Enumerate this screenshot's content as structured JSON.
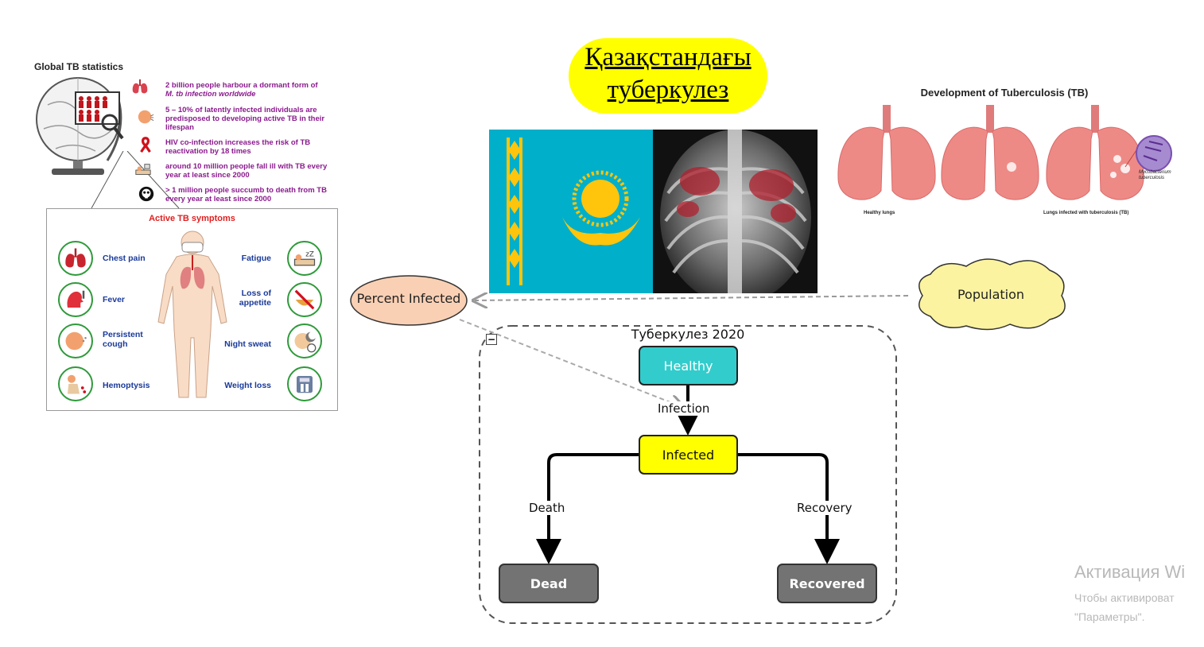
{
  "title": "Қазақстандағы туберкулез",
  "left_panel": {
    "title": "Global TB statistics",
    "stats": [
      {
        "icon": "lungs-icon",
        "text_html": "2 billion people harbour a dormant form of",
        "text2": "M. tb infection worldwide"
      },
      {
        "icon": "person-coughing-icon",
        "text": "5 – 10% of latently infected individuals are predisposed to developing active TB in their lifespan"
      },
      {
        "icon": "red-ribbon-icon",
        "text": "HIV co-infection increases the risk of TB reactivation by 18 times"
      },
      {
        "icon": "sick-bed-icon",
        "text": "around 10 million people fall ill with TB every year at least since 2000"
      },
      {
        "icon": "skull-icon",
        "text": "> 1 million people succumb to death from TB every year at least since 2000"
      }
    ],
    "symptoms_title": "Active TB symptoms",
    "symptoms_left": [
      "Chest pain",
      "Fever",
      "Persistent cough",
      "Hemoptysis"
    ],
    "symptoms_right": [
      "Fatigue",
      "Loss of appetite",
      "Night sweat",
      "Weight loss"
    ]
  },
  "right_panel": {
    "title": "Development of Tuberculosis (TB)",
    "label_healthy": "Healthy lungs",
    "label_infected": "Lungs infected with tuberculosis (TB)",
    "label_bacterium": "Mycobacterium tuberculosis"
  },
  "diagram": {
    "group_title": "Туберкулез 2020",
    "collapse_symbol": "−",
    "nodes": {
      "percent_infected": "Percent Infected",
      "population": "Population",
      "healthy": "Healthy",
      "infected": "Infected",
      "dead": "Dead",
      "recovered": "Recovered"
    },
    "edges": {
      "infection": "Infection",
      "death": "Death",
      "recovery": "Recovery"
    }
  },
  "colors": {
    "title_bg": "#ffff00",
    "healthy_fill": "#33cccc",
    "infected_fill": "#ffff00",
    "dead_fill": "#737373",
    "percent_fill": "#fad0b4",
    "population_fill": "#fbf3a0",
    "flag_blue": "#00afca",
    "flag_gold": "#fec50c"
  },
  "watermark": {
    "title": "Активация Wi",
    "line1": "Чтобы активироват",
    "line2": "\"Параметры\"."
  }
}
